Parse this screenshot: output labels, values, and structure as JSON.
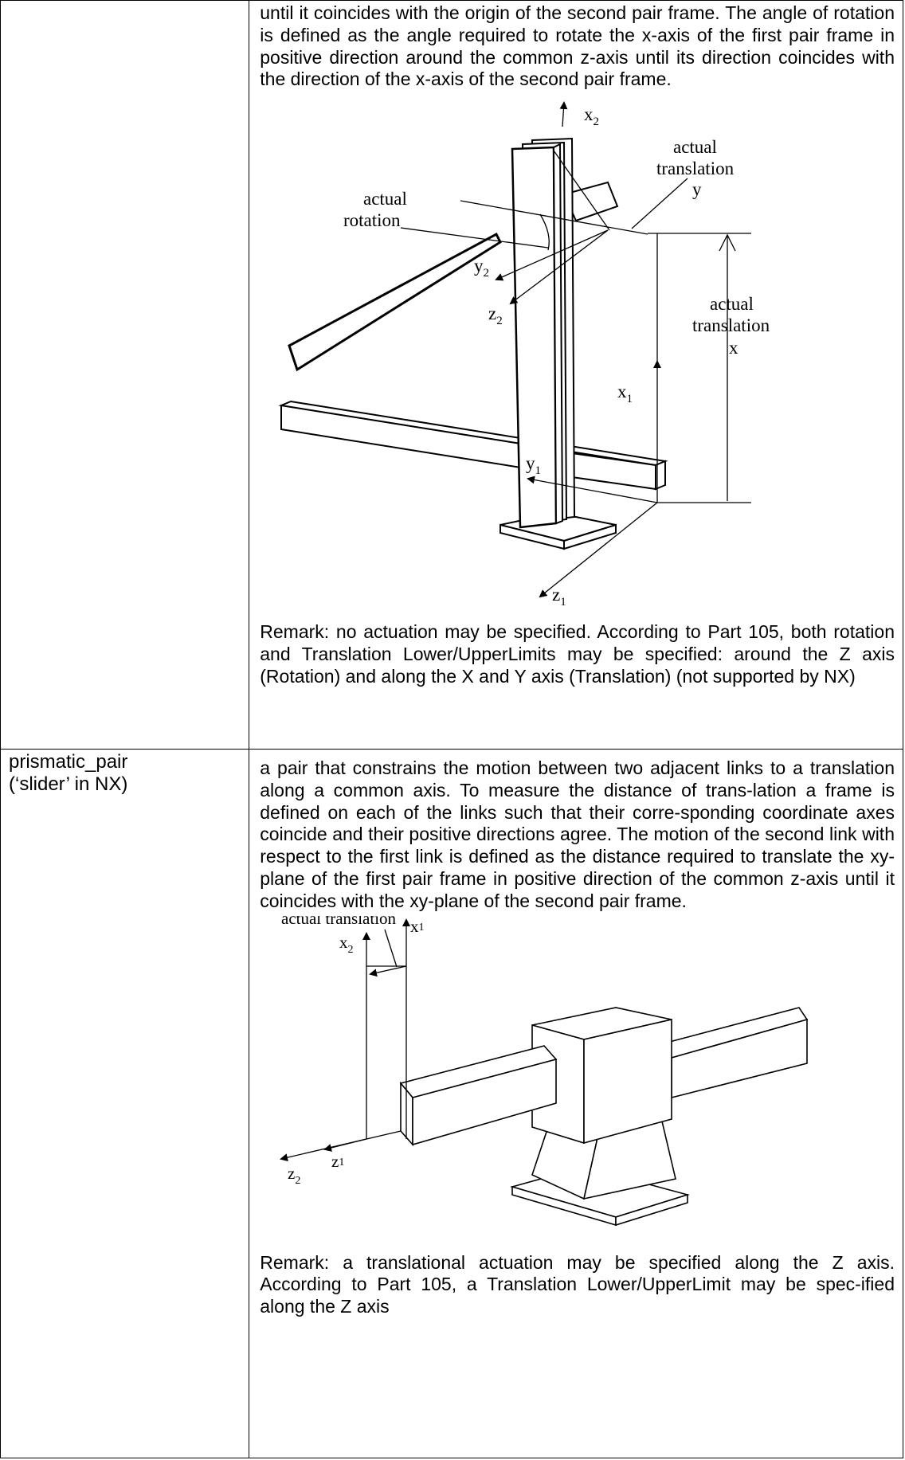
{
  "rows": [
    {
      "term": "",
      "paragraph": "until it coincides with the origin of the second pair frame. The angle of rotation is defined as the angle required to rotate the x-axis of the first pair frame in positive direction around the common z-axis until its direction coincides with the direction of the x-axis of the second pair frame.",
      "figure": {
        "labels": {
          "x2": "x",
          "x2_sub": "2",
          "actual_translation_y_1": "actual",
          "actual_translation_y_2": "translation",
          "actual_translation_y_3": "y",
          "actual_rotation_1": "actual",
          "actual_rotation_2": "rotation",
          "y2": "y",
          "y2_sub": "2",
          "z2": "z",
          "z2_sub": "2",
          "actual_translation_x_1": "actual",
          "actual_translation_x_2": "translation",
          "actual_translation_x_3": "x",
          "x1": "x",
          "x1_sub": "1",
          "y1": "y",
          "y1_sub": "1",
          "z1": "z",
          "z1_sub": "1"
        }
      },
      "remark": "Remark: no actuation may be specified. According to Part 105, both rotation and Translation Lower/UpperLimits may be specified: around the Z axis (Rotation) and along the X and Y axis (Translation) (not supported by NX)"
    },
    {
      "term_line1": "prismatic_pair",
      "term_line2": "(‘slider’ in NX)",
      "paragraph": "a pair that constrains the motion between two adjacent links to a translation along a common axis. To measure the distance of trans-lation a frame is defined on each of the links such that their corre-sponding coordinate axes coincide and their positive directions agree. The motion of the second link with respect to the first link is defined as the distance required to translate the xy-plane of the first pair frame in positive direction of the common z-axis until it coincides with the xy-plane of the second pair frame.",
      "figure": {
        "labels": {
          "actual_translation": "actual translation",
          "x2": "x",
          "x2_sub": "2",
          "x1": "x",
          "x1_sub": "1",
          "z2": "z",
          "z2_sub": "2",
          "z1": "z",
          "z1_sub": "1"
        }
      },
      "remark": "Remark: a translational actuation may be specified along the Z axis. According to Part 105, a Translation Lower/UpperLimit may be spec-ified along the Z axis"
    }
  ]
}
